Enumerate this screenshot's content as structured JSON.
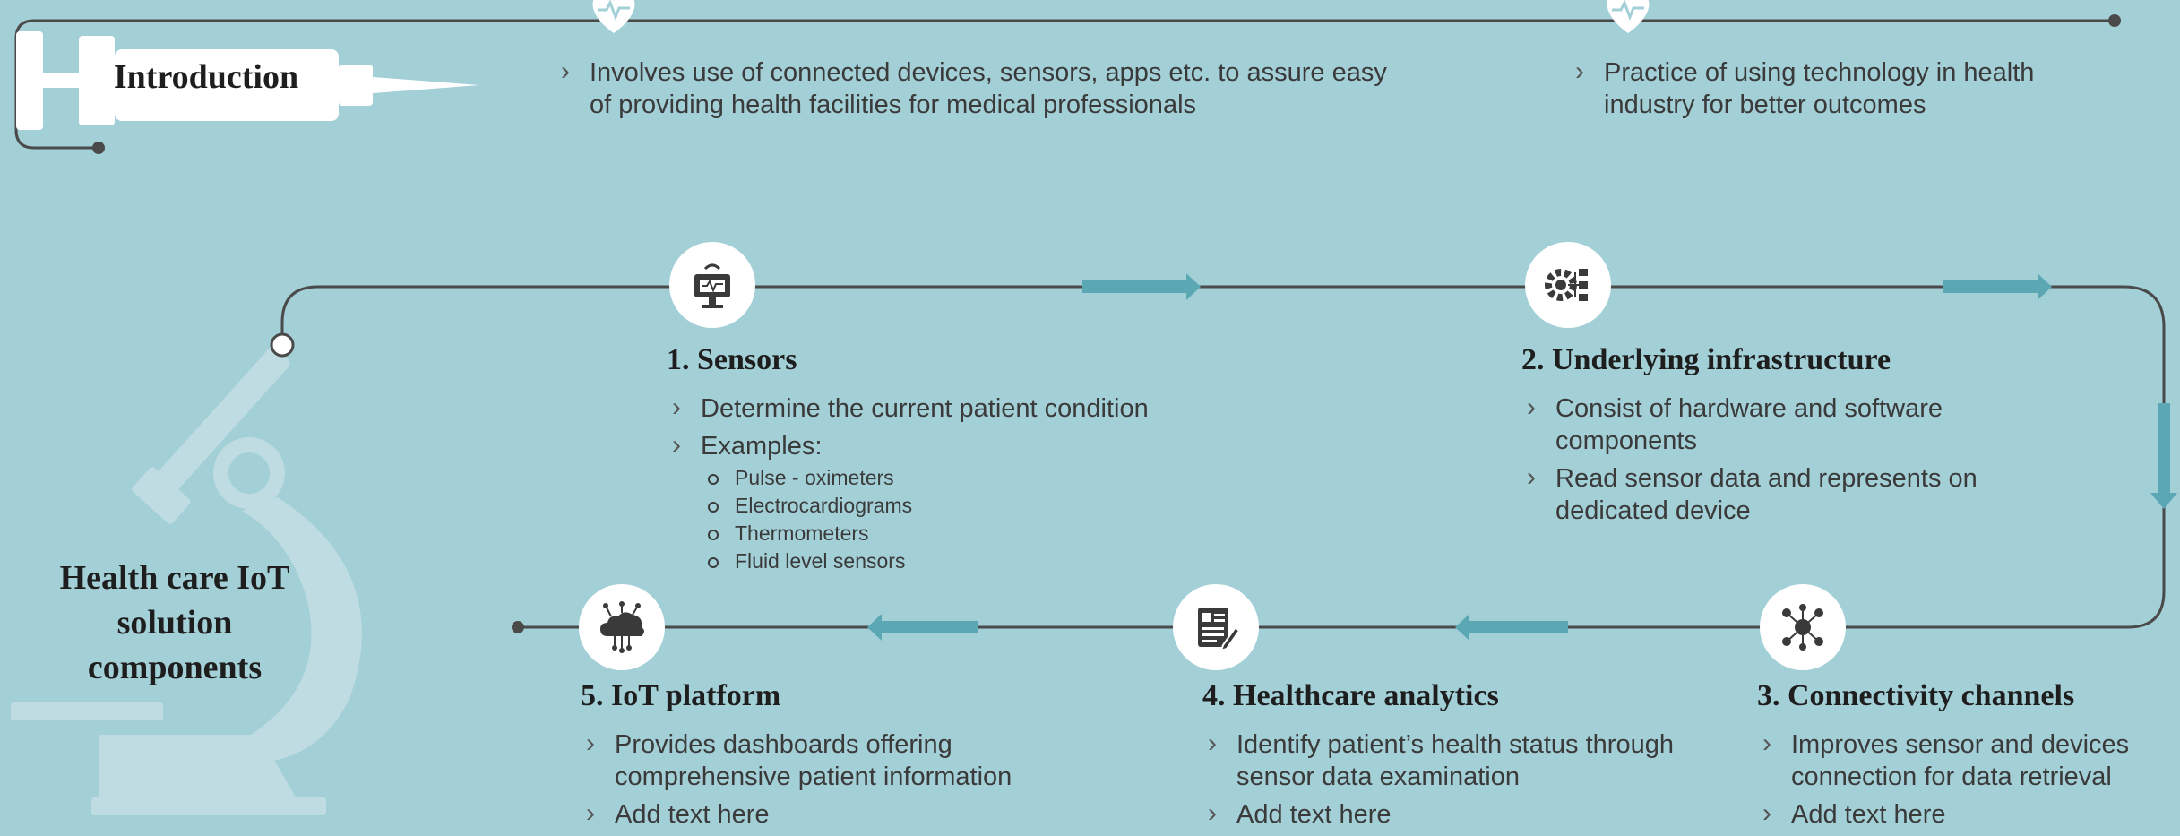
{
  "intro": {
    "title": "Introduction",
    "points": [
      "Involves use of connected devices, sensors, apps etc. to assure easy of providing health facilities for medical professionals",
      "Practice of using technology in health industry for better outcomes"
    ]
  },
  "main_title": "Health care IoT solution components",
  "components": [
    {
      "title": "1. Sensors",
      "points": [
        "Determine the current patient condition",
        "Examples:"
      ],
      "examples": [
        "Pulse - oximeters",
        "Electrocardiograms",
        "Thermometers",
        "Fluid level sensors"
      ]
    },
    {
      "title": "2. Underlying infrastructure",
      "points": [
        "Consist of hardware and software components",
        "Read sensor data and represents on dedicated device"
      ]
    },
    {
      "title": "3. Connectivity channels",
      "points": [
        "Improves sensor and devices connection for data retrieval",
        "Add text here"
      ]
    },
    {
      "title": "4. Healthcare analytics",
      "points": [
        "Identify patient’s health status through sensor data examination",
        "Add text here"
      ]
    },
    {
      "title": "5. IoT platform",
      "points": [
        "Provides dashboards offering comprehensive patient information",
        "Add text here"
      ]
    }
  ],
  "icons": [
    "syringe-icon",
    "heartbeat-icon",
    "microscope-icon",
    "sensor-device-icon",
    "gear-network-icon",
    "connectivity-hub-icon",
    "analytics-report-icon",
    "iot-cloud-icon",
    "arrow-icon"
  ],
  "colors": {
    "background": "#a3cfd7",
    "line": "#4a4a4a",
    "arrow": "#5ba7b4",
    "icon_bg": "#ffffff",
    "icon": "#3a3a3a",
    "title": "#1e1e1e",
    "text": "#3a3a3a",
    "illustration": "#bfdce2"
  }
}
